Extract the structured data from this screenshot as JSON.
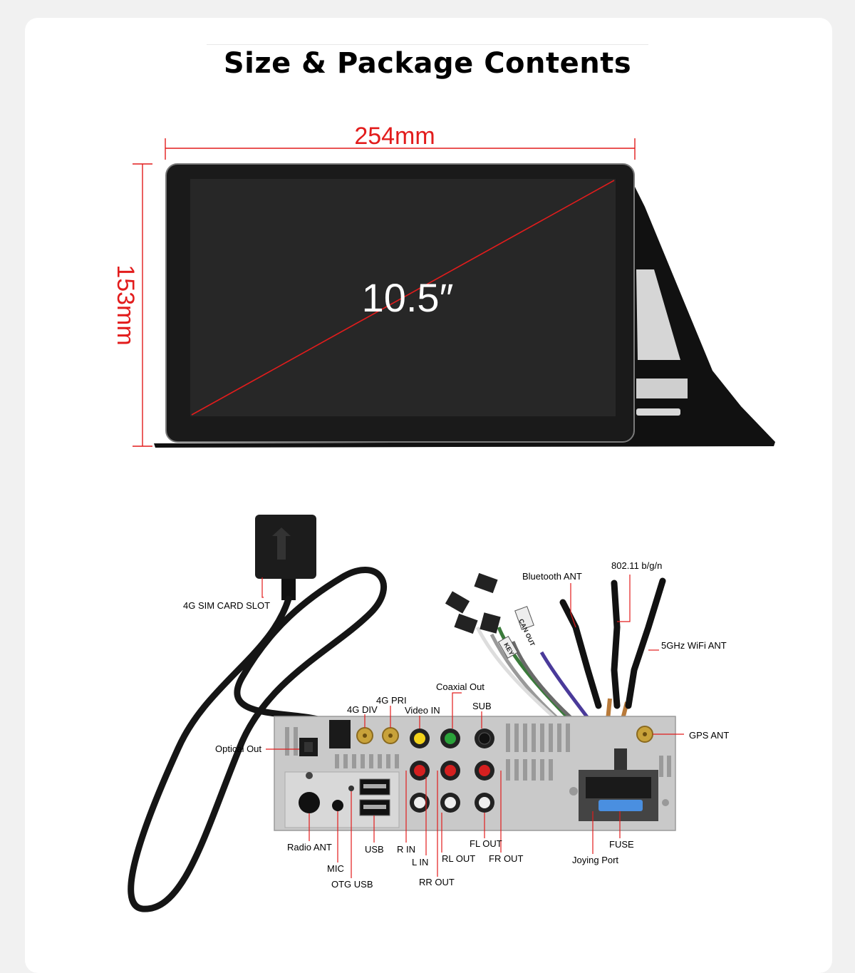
{
  "title": "Size & Package Contents",
  "dimensions": {
    "width": "254mm",
    "height": "153mm",
    "diagonal": "10.5″"
  },
  "colors": {
    "dimension": "#e21c1c",
    "screen": "#222222",
    "panel": "#c9c9c9"
  },
  "connectors": {
    "sim_slot": "4G SIM CARD SLOT",
    "bluetooth": "Bluetooth ANT",
    "wifi_80211": "802.11 b/g/n",
    "wifi_5g": "5GHz WiFi ANT",
    "gps": "GPS ANT",
    "coaxial": "Coaxial Out",
    "pri_4g": "4G PRI",
    "div_4g": "4G DIV",
    "video_in": "Video IN",
    "sub": "SUB",
    "optical": "Optical Out",
    "radio": "Radio ANT",
    "mic": "MIC",
    "usb": "USB",
    "otg_usb": "OTG USB",
    "r_in": "R IN",
    "l_in": "L IN",
    "rl_out": "RL OUT",
    "rr_out": "RR OUT",
    "fl_out": "FL OUT",
    "fr_out": "FR OUT",
    "fuse": "FUSE",
    "joying_port": "Joying Port"
  },
  "cable_tags": {
    "can_out": "CAN OUT",
    "key": "KEY"
  }
}
